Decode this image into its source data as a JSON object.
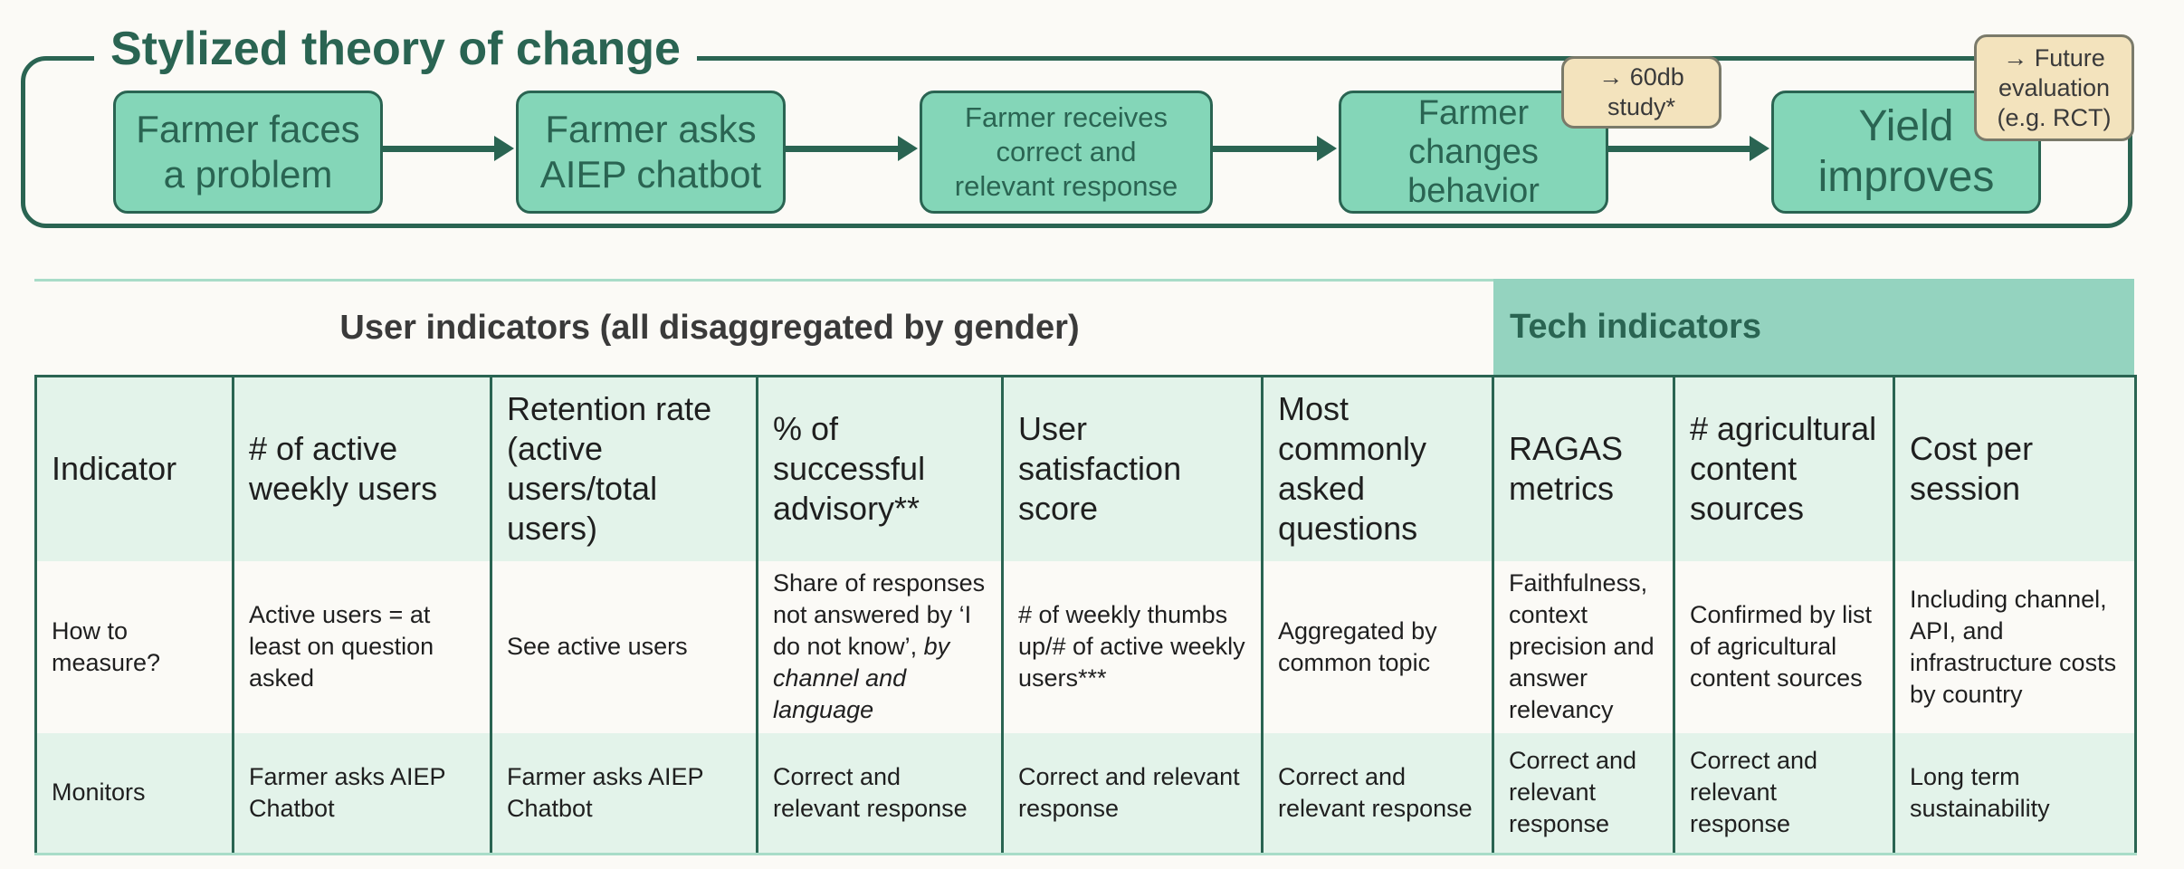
{
  "theory": {
    "title": "Stylized theory of change",
    "steps": [
      {
        "line1": "Farmer faces",
        "line2": "a problem",
        "line3": ""
      },
      {
        "line1": "Farmer asks",
        "line2": "AIEP chatbot",
        "line3": ""
      },
      {
        "line1": "Farmer receives",
        "line2": "correct and",
        "line3": "relevant response"
      },
      {
        "line1": "Farmer",
        "line2": "changes",
        "line3": "behavior"
      },
      {
        "line1": "Yield",
        "line2": "improves",
        "line3": ""
      }
    ],
    "callouts": [
      {
        "line1": "→ 60db",
        "line2": "study*",
        "line3": ""
      },
      {
        "line1": "→ Future",
        "line2": "evaluation",
        "line3": "(e.g. RCT)"
      }
    ]
  },
  "table": {
    "user_header": "User indicators (all disaggregated by gender)",
    "tech_header": "Tech indicators",
    "row_labels": [
      "Indicator",
      "How to measure?",
      "Monitors"
    ],
    "indicators": [
      "# of active weekly users",
      "Retention rate (active users/total users)",
      "% of successful advisory**",
      "User satisfaction score",
      "Most commonly asked questions",
      "RAGAS metrics",
      "# agricultural content sources",
      "Cost per session"
    ],
    "how_to_measure": [
      "Active users = at least on question asked",
      "See active users",
      {
        "plain": "Share of responses not answered by ‘I do not know’, ",
        "italic": "by channel and language"
      },
      "# of weekly thumbs up/# of active weekly users***",
      "Aggregated by common topic",
      "Faithfulness, context precision and answer relevancy",
      "Confirmed by list of agricultural content sources",
      "Including channel, API, and infrastructure costs by country"
    ],
    "monitors": [
      "Farmer asks AIEP Chatbot",
      "Farmer asks AIEP Chatbot",
      "Correct and relevant response",
      "Correct and relevant response",
      "Correct and relevant response",
      "Correct and relevant response",
      "Correct and relevant response",
      "Long term sustainability"
    ]
  }
}
